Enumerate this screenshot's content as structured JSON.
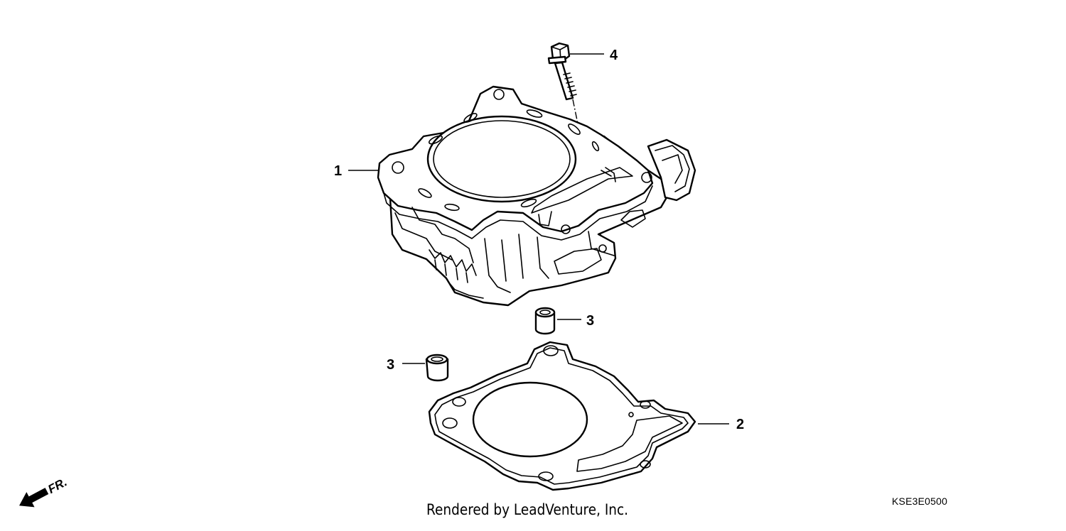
{
  "callouts": {
    "part_1": "1",
    "part_2": "2",
    "part_3_upper": "3",
    "part_3_lower": "3",
    "part_4": "4"
  },
  "orientation": {
    "label": "FR.",
    "icon": "front-arrow-icon"
  },
  "diagram_code": "KSE3E0500",
  "credit": "Rendered by LeadVenture, Inc."
}
